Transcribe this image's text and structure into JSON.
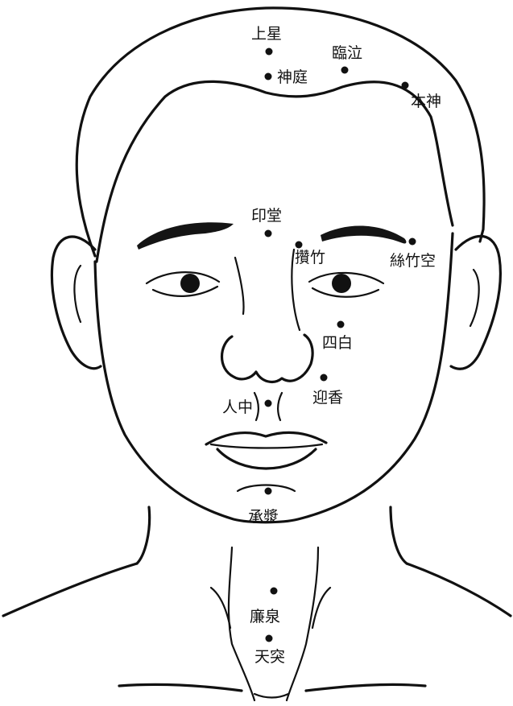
{
  "points": [
    {
      "id": "shangxing",
      "label": "上星"
    },
    {
      "id": "shenting",
      "label": "神庭"
    },
    {
      "id": "linqi",
      "label": "臨泣"
    },
    {
      "id": "benshen",
      "label": "本神"
    },
    {
      "id": "yintang",
      "label": "印堂"
    },
    {
      "id": "zanzhu",
      "label": "攢竹"
    },
    {
      "id": "sizhukong",
      "label": "絲竹空"
    },
    {
      "id": "sibai",
      "label": "四白"
    },
    {
      "id": "yingxiang",
      "label": "迎香"
    },
    {
      "id": "renzhong",
      "label": "人中"
    },
    {
      "id": "chengjiang",
      "label": "承漿"
    },
    {
      "id": "lianquan",
      "label": "廉泉"
    },
    {
      "id": "tiantu",
      "label": "天突"
    }
  ],
  "colors": {
    "ink": "#111111",
    "paper": "#ffffff"
  }
}
